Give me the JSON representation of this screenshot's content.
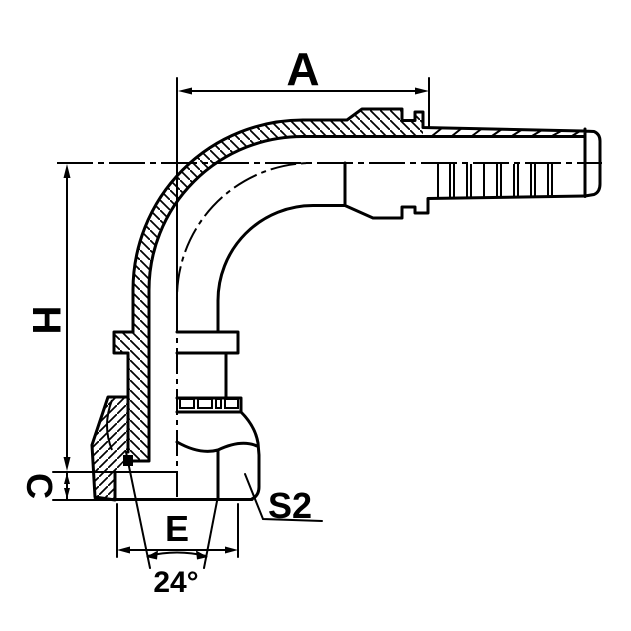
{
  "drawing": {
    "kind": "engineering-cross-section",
    "subject": "90-degree elbow hose fitting with swivel hex nut and barbed hose tail",
    "background_color": "#ffffff",
    "line_color": "#000000"
  },
  "labels": {
    "dim_a": "A",
    "dim_h": "H",
    "dim_c": "C",
    "dim_e": "E",
    "wrench_size": "S2",
    "cone_angle": "24°"
  }
}
